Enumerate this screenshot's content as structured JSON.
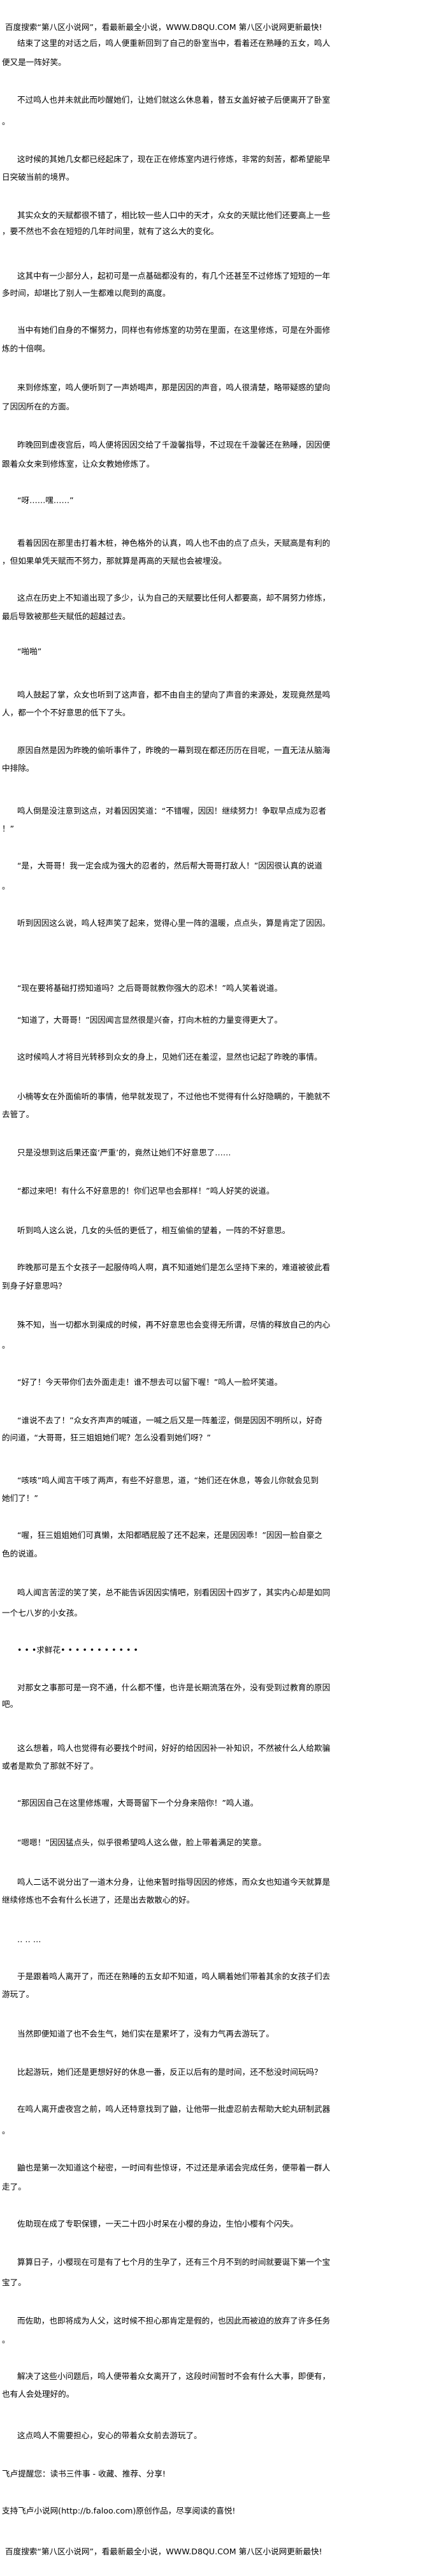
{
  "header": "百度搜索“第八区小说网”，看最新最全小说，WWW.D8QU.COM  第八区小说网更新最快!",
  "paragraphs": [
    {
      "lines": [
        "结束了这里的对话之后，鸣人便重新回到了自己的卧室当中，看着还在熟睡的五女，鸣人",
        "便又是一阵好笑。"
      ]
    },
    {
      "lines": [
        "不过鸣人也并未就此而吵醒她们，让她们就这么休息着，替五女盖好被子后便离开了卧室",
        "。"
      ]
    },
    {
      "lines": [
        "这时候的其她几女都已经起床了，现在正在修炼室内进行修炼，非常的刻苦，都希望能早",
        "日突破当前的境界。"
      ]
    },
    {
      "lines": [
        "其实众女的天赋都很不错了，相比较一些人口中的天才，众女的天赋比他们还要高上一些",
        "，要不然也不会在短短的几年时间里，就有了这么大的变化。"
      ]
    },
    {
      "lines": [
        "这其中有一少部分人，起初可是一点基础都没有的，有几个还甚至不过修炼了短短的一年",
        "多时间，却堪比了别人一生都难以爬到的高度。"
      ]
    },
    {
      "lines": [
        "当中有她们自身的不懈努力，同样也有修炼室的功劳在里面，在这里修炼，可是在外面修",
        "炼的十倍啊。"
      ]
    },
    {
      "lines": [
        "来到修炼室，鸣人便听到了一声娇喝声，那是因因的声音，鸣人很清楚，略带疑惑的望向",
        "了因因所在的方面。"
      ]
    },
    {
      "lines": [
        "昨晚回到虚夜宫后，鸣人便将因因交给了千漩馨指导，不过现在千漩馨还在熟睡，因因便",
        "跟着众女来到修炼室，让众女教她修炼了。"
      ]
    },
    {
      "lines": [
        "“呀……嘿……”"
      ]
    },
    {
      "lines": [
        "看着因因在那里击打着木桩，神色格外的认真，鸣人也不由的点了点头，天赋高是有利的",
        "，但如果单凭天赋而不努力，那就算是再高的天赋也会被埋没。"
      ]
    },
    {
      "lines": [
        "这点在历史上不知道出现了多少，认为自己的天赋要比任何人都要高，却不屑努力修炼，",
        "最后导致被那些天赋低的超越过去。"
      ]
    },
    {
      "lines": [
        "“啪啪”"
      ]
    },
    {
      "lines": [
        "鸣人鼓起了掌，众女也听到了这声音，都不由自主的望向了声音的来源处，发现竟然是鸣",
        "人，都一个个不好意思的低下了头。"
      ]
    },
    {
      "lines": [
        "原因自然是因为昨晚的偷听事件了，昨晚的一幕到现在都还历历在目呢，一直无法从脑海",
        "中排除。"
      ]
    },
    {
      "lines": [
        "鸣人倒是没注意到这点，对着因因笑道：“不错喔，因因！继续努力！争取早点成为忍者",
        "！”"
      ]
    },
    {
      "lines": [
        "“是，大哥哥！我一定会成为强大的忍者的，然后帮大哥哥打敌人！”因因很认真的说道",
        "。"
      ]
    },
    {
      "lines": [
        "听到因因这么说，鸣人轻声笑了起来，觉得心里一阵的温暖，点点头，算是肯定了因因。"
      ]
    },
    {
      "lines": [
        "“现在要将基础打捞知道吗？之后哥哥就教你强大的忍术！”鸣人笑着说道。"
      ]
    },
    {
      "lines": [
        "“知道了，大哥哥！”因因闻言显然很是兴奋，打向木桩的力量变得更大了。"
      ]
    },
    {
      "lines": [
        "这时候鸣人才将目光转移到众女的身上，见她们还在羞涩，显然也记起了昨晚的事情。"
      ]
    },
    {
      "lines": [
        "小楠等女在外面偷听的事情，他早就发现了，不过他也不觉得有什么好隐瞒的，干脆就不",
        "去管了。"
      ]
    },
    {
      "lines": [
        "只是没想到这后果还蛮‘严重’的，竟然让她们不好意思了……"
      ]
    },
    {
      "lines": [
        "“都过来吧！有什么不好意思的！你们迟早也会那样！”鸣人好笑的说道。"
      ]
    },
    {
      "lines": [
        "听到鸣人这么说，几女的头低的更低了，相互偷偷的望着，一阵的不好意思。"
      ]
    },
    {
      "lines": [
        "昨晚那可是五个女孩子一起服侍鸣人啊，真不知道她们是怎么坚持下来的，难道被彼此看",
        "到身子好意思吗？"
      ]
    },
    {
      "lines": [
        "殊不知，当一切都水到渠成的时候，再不好意思也会变得无所谓，尽情的释放自己的内心",
        "。"
      ]
    },
    {
      "lines": [
        "“好了！今天带你们去外面走走！谁不想去可以留下喔！”鸣人一脸坏笑道。"
      ]
    },
    {
      "lines": [
        "“谁说不去了！”众女齐声声的喊道，一喊之后又是一阵羞涩，倒是因因不明所以，好奇",
        "的问道，“大哥哥，狂三姐姐她们呢？怎么没看到她们呀？”"
      ]
    },
    {
      "lines": [
        "“咳咳”鸣人闻言干咳了两声，有些不好意思，道，“她们还在休息，等会儿你就会见到",
        "她们了！”"
      ]
    },
    {
      "lines": [
        "“喔，狂三姐姐她们可真懒，太阳都晒屁股了还不起来，还是因因乖！”因因一脸自豪之",
        "色的说道。"
      ]
    },
    {
      "lines": [
        "鸣人闻言苦涩的笑了笑，总不能告诉因因实情吧，别看因因十四岁了，其实内心却是如同",
        "一个七八岁的小女孩。"
      ]
    },
    {
      "lines": [
        "• •  •求鲜花• • • • •  • • • • • •"
      ]
    },
    {
      "lines": [
        "对那女之事那可是一窍不通，什么都不懂，也许是长期流落在外，没有受到过教育的原因",
        "吧。"
      ]
    },
    {
      "lines": [
        "这么想着，鸣人也觉得有必要找个时间，好好的给因因补一补知识，不然被什么人给欺骗",
        "或者是欺负了那就不好了。"
      ]
    },
    {
      "lines": [
        "“那因因自己在这里修炼喔，大哥哥留下一个分身来陪你！”鸣人道。"
      ]
    },
    {
      "lines": [
        "“嗯嗯！”因因猛点头，似乎很希望鸣人这么做，脸上带着满足的笑意。"
      ]
    },
    {
      "lines": [
        "鸣人二话不说分出了一道木分身，让他来暂时指导因因的修炼，而众女也知道今天就算是",
        "继续修炼也不会有什么长进了，还是出去散散心的好。"
      ]
    },
    {
      "lines": [
        "‥ ‥ …"
      ]
    },
    {
      "lines": [
        "于是跟着鸣人离开了，而还在熟睡的五女却不知道，鸣人瞒着她们带着其余的女孩子们去",
        "游玩了。"
      ]
    },
    {
      "lines": [
        "当然即便知道了也不会生气，她们实在是累坏了，没有力气再去游玩了。"
      ]
    },
    {
      "lines": [
        "比起游玩，她们还是更想好好的休息一番，反正以后有的是时间，还不愁没时间玩吗？"
      ]
    },
    {
      "lines": [
        "在鸣人离开虚夜宫之前，鸣人还特意找到了鼬，让他带一批虚忍前去帮助大蛇丸研制武器",
        "。"
      ]
    },
    {
      "lines": [
        "鼬也是第一次知道这个秘密，一时间有些惊讶，不过还是承诺会完成任务，便带着一群人",
        "走了。"
      ]
    },
    {
      "lines": [
        "佐助现在成了专职保镖，一天二十四小时呆在小樱的身边，生怕小樱有个闪失。"
      ]
    },
    {
      "lines": [
        "算算日子，小樱现在可是有了七个月的生孕了，还有三个月不到的时间就要诞下第一个宝",
        "宝了。"
      ]
    },
    {
      "lines": [
        "而佐助，也即将成为人父，这时候不担心那肯定是假的，也因此而被迫的放弃了许多任务",
        "。"
      ]
    },
    {
      "lines": [
        "解决了这些小问题后，鸣人便带着众女离开了，这段时间暂时不会有什么大事，即便有，",
        "也有人会处理好的。"
      ]
    },
    {
      "lines": [
        "这点鸣人不需要担心，安心的带着众女前去游玩了。"
      ]
    }
  ],
  "reminder": "飞卢提醒您：读书三件事 - 收藏、推荐、分享!",
  "support": "支持飞卢小说网(http://b.faloo.com)原创作品，尽享阅读的喜悦!",
  "footer": "百度搜索“第八区小说网”，看最新最全小说，WWW.D8QU.COM  第八区小说网更新最快!"
}
